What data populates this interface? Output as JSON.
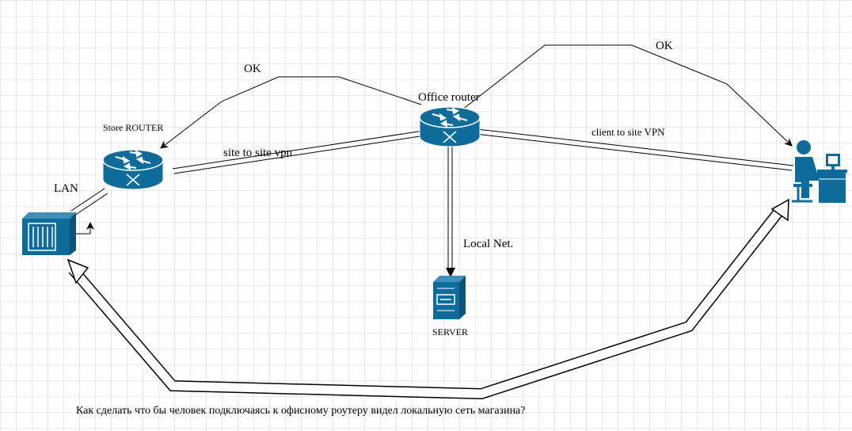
{
  "labels": {
    "ok_left": "OK",
    "ok_right": "OK",
    "office_router": "Office router",
    "store_router": "Store ROUTER",
    "site_to_site": "site to site vpn",
    "client_to_site": "client to site VPN",
    "lan": "LAN",
    "local_net": "Local Net.",
    "server": "SERVER"
  },
  "question": "Как сделать что бы человек подключаясь к офисному роутеру видел локальную сеть магазина?",
  "colors": {
    "device": "#0f6b99",
    "line": "#000000",
    "grid": "#e8e8e8"
  },
  "icons": [
    "router-icon",
    "server-icon",
    "workstation-icon",
    "user-icon",
    "lan-switch-icon"
  ]
}
